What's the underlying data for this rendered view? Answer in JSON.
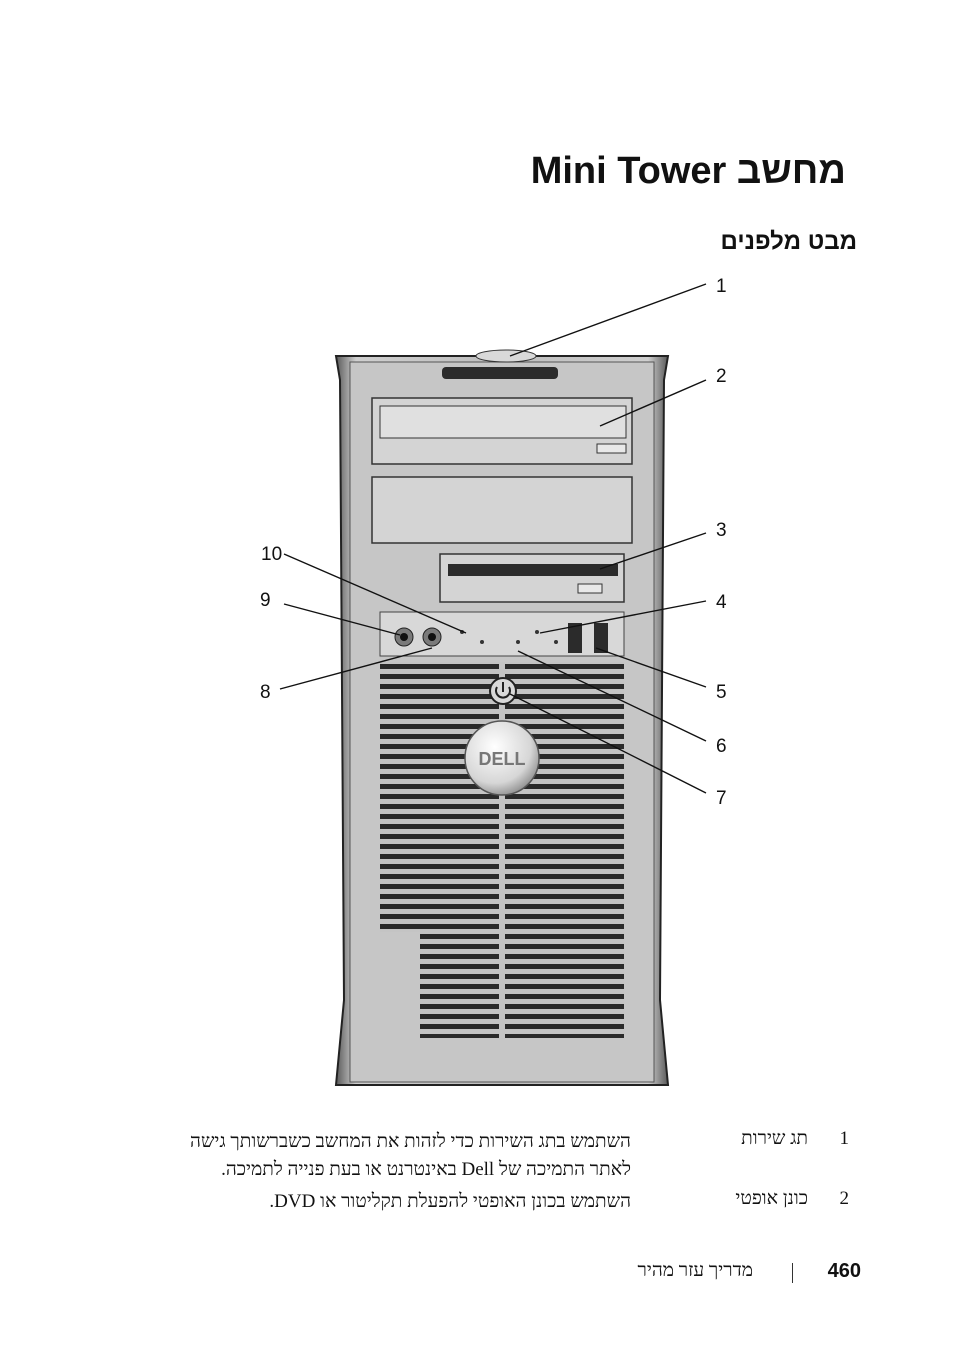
{
  "title": "מחשב Mini Tower",
  "subtitle": "מבט מלפנים",
  "callouts": [
    "1",
    "2",
    "3",
    "4",
    "5",
    "6",
    "7",
    "8",
    "9",
    "10"
  ],
  "logo_text": "DELL",
  "items": [
    {
      "num": "1",
      "term": "תג שירות",
      "desc": "השתמש בתג השירות כדי לזהות את המחשב כשברשותך גישה לאתר התמיכה של Dell באינטרנט או בעת פנייה לתמיכה."
    },
    {
      "num": "2",
      "term": "כונן אופטי",
      "desc": "השתמש בכונן האופטי להפעלת תקליטור או DVD."
    }
  ],
  "footer": {
    "page_number": "460",
    "text": "מדריך עזר מהיר"
  }
}
